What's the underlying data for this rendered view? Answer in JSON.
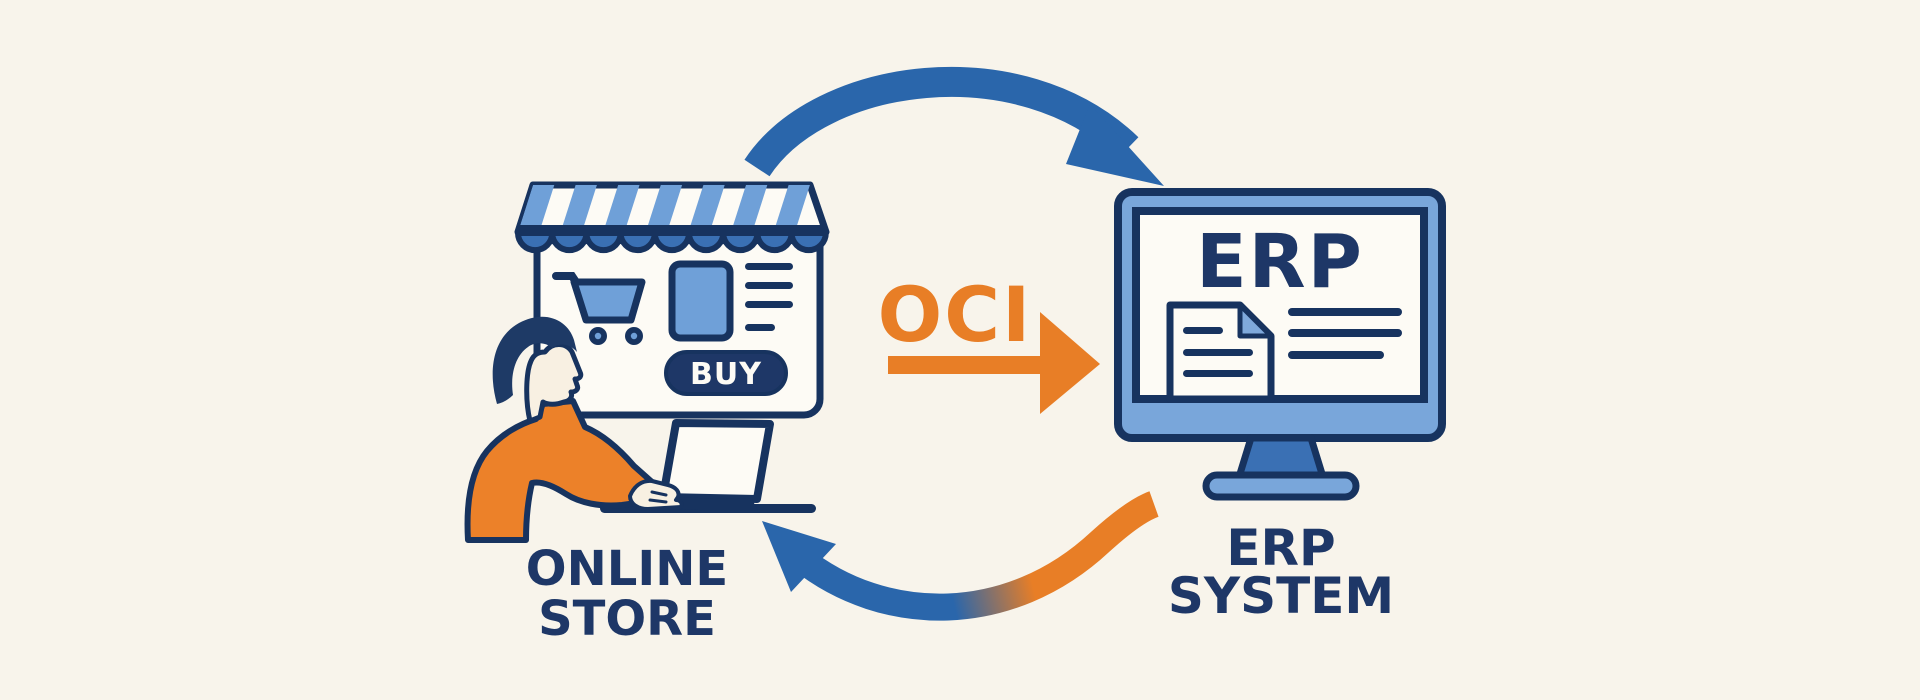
{
  "diagram": {
    "type": "integration-flow-illustration",
    "background_color": "#f8f4eb",
    "store": {
      "buy_button_label": "BUY",
      "label_line1": "ONLINE",
      "label_line2": "STORE"
    },
    "connection": {
      "protocol_label": "OCI",
      "direction": "online-store to erp-system and back"
    },
    "erp": {
      "screen_label": "ERP",
      "label_line1": "ERP",
      "label_line2": "SYSTEM"
    },
    "icons": [
      "storefront-awning-icon",
      "shopping-cart-icon",
      "product-thumbnail-icon",
      "buy-button-icon",
      "person-at-laptop-icon",
      "laptop-icon",
      "monitor-icon",
      "document-icon",
      "arc-arrow-top-icon",
      "arc-arrow-bottom-icon",
      "oci-arrow-icon"
    ],
    "colors": {
      "navy": "#1e3767",
      "outline_navy": "#17335f",
      "blue": "#2a66ab",
      "medium_blue": "#3a70b4",
      "light_blue": "#6fa0d8",
      "frame_blue": "#79a6da",
      "orange": "#e87e26",
      "sweater_orange": "#ec8129",
      "cream": "#f8f4eb",
      "panel_white": "#fdfbf5",
      "skin": "#f8f0e2"
    }
  }
}
